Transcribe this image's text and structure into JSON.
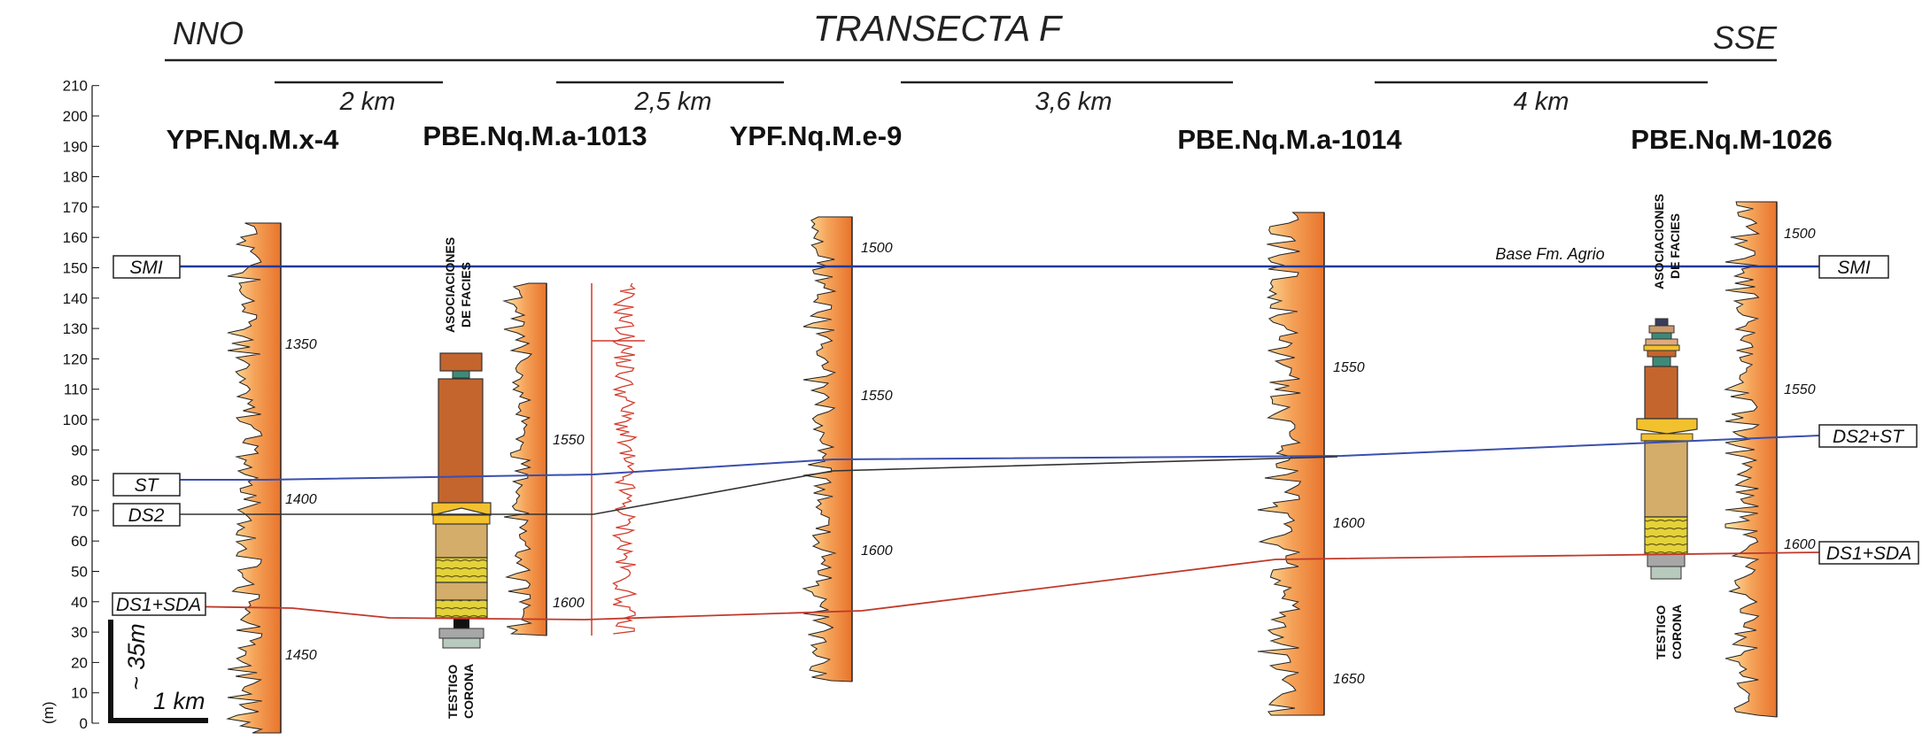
{
  "title": "TRANSECTA F",
  "left_direction": "NNO",
  "right_direction": "SSE",
  "distances": [
    "2 km",
    "2,5 km",
    "3,6 km",
    "4 km"
  ],
  "wells": [
    {
      "name": "YPF.Nq.M.x-4",
      "depths": [
        "1350",
        "1400",
        "1450"
      ]
    },
    {
      "name": "PBE.Nq.M.a-1013",
      "depths": [
        "1550",
        "1600"
      ]
    },
    {
      "name": "YPF.Nq.M.e-9",
      "depths": [
        "1500",
        "1550",
        "1600"
      ]
    },
    {
      "name": "PBE.Nq.M.a-1014",
      "depths": [
        "1550",
        "1600",
        "1650"
      ]
    },
    {
      "name": "PBE.Nq.M-1026",
      "depths": [
        "1500",
        "1550",
        "1600"
      ]
    }
  ],
  "vertical_axis": {
    "unit": "(m)",
    "ticks": [
      "0",
      "10",
      "20",
      "30",
      "40",
      "50",
      "60",
      "70",
      "80",
      "90",
      "100",
      "110",
      "120",
      "130",
      "140",
      "150",
      "160",
      "170",
      "180",
      "190",
      "200",
      "210"
    ]
  },
  "surfaces": [
    {
      "label": "SMI",
      "color": "#1f3a9c",
      "value_m": 150
    },
    {
      "label": "ST",
      "color": "#3a4fae",
      "value_m": 80
    },
    {
      "label": "DS2",
      "color": "#333333",
      "value_m": 69
    },
    {
      "label": "DS1+SDA",
      "color": "#c0392b",
      "value_m": 38
    },
    {
      "label": "DS2+ST",
      "color": "#1f3a9c",
      "value_m": 94
    },
    {
      "label": "DS1+SDA",
      "color": "#c0392b",
      "value_m": 55
    },
    {
      "label": "SMI",
      "color": "#1f3a9c",
      "value_m": 150
    }
  ],
  "annotation": "Base Fm. Agrio",
  "column_labels": {
    "facies": [
      "ASOCIACIONES",
      "DE FACIES"
    ],
    "core": [
      "TESTIGO",
      "CORONA"
    ]
  },
  "scale_bar": {
    "vertical": "~ 35m",
    "horizontal": "1 km"
  }
}
